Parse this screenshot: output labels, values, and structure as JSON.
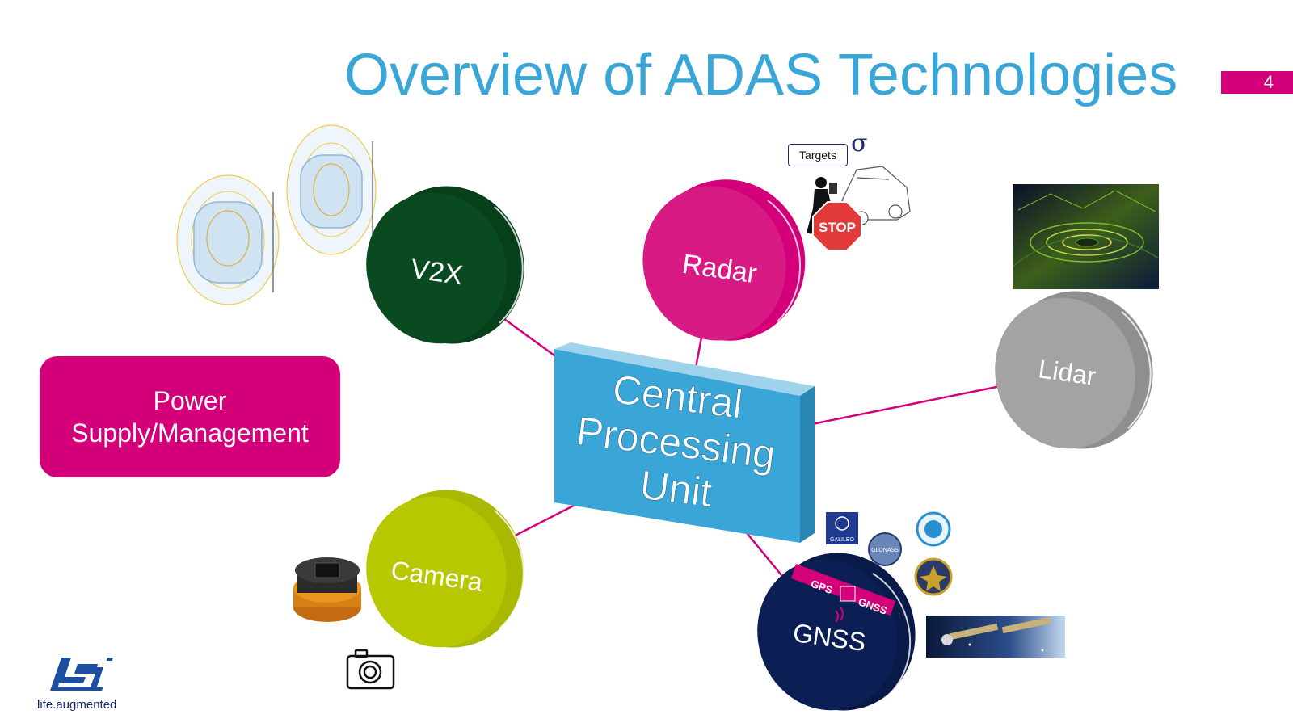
{
  "slide": {
    "title": "Overview of ADAS Technologies",
    "page_number": "4",
    "logo_tagline": "life.augmented"
  },
  "center": {
    "lines": [
      "Central",
      "Processing",
      "Unit"
    ],
    "color": "#3aa6d8"
  },
  "power_box": {
    "lines": [
      "Power",
      "Supply/Management"
    ],
    "color": "#d4007a"
  },
  "nodes": [
    {
      "label": "V2X",
      "color": "#063f1a"
    },
    {
      "label": "Radar",
      "color": "#d4007a"
    },
    {
      "label": "Lidar",
      "color": "#a3a3a3"
    },
    {
      "label": "Camera",
      "color": "#b8c800"
    },
    {
      "label": "GNSS",
      "color": "#0b1f55"
    }
  ],
  "radar_figure": {
    "targets_label": "Targets",
    "sigma": "σ",
    "stop_sign": "STOP"
  },
  "gnss_band": {
    "left": "GPS",
    "right": "GNSS"
  },
  "gnss_logos": [
    "GALILEO",
    "GLONASS"
  ],
  "connector_color": "#d4007a"
}
